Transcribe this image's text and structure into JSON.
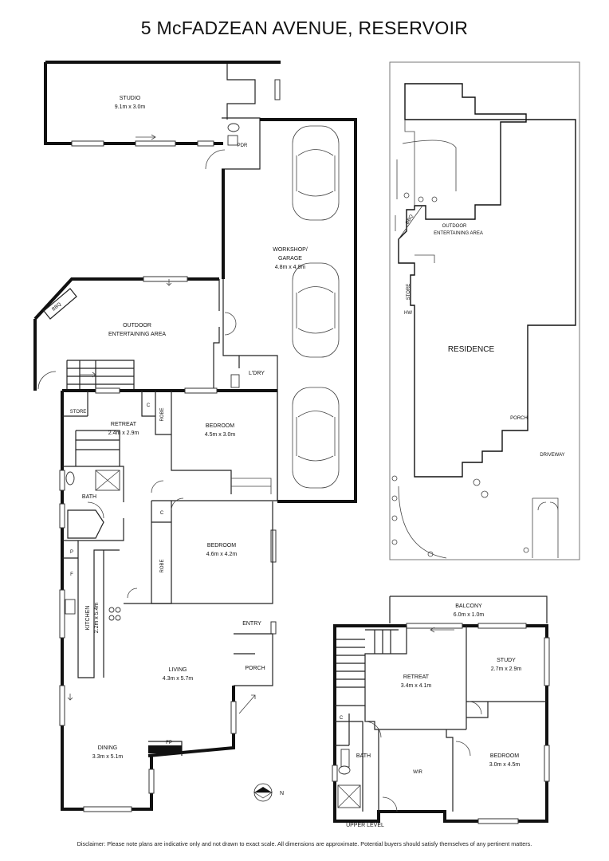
{
  "title": "5 McFADZEAN AVENUE, RESERVOIR",
  "disclaimer": "Disclaimer: Please note plans are indicative only and not drawn to exact scale. All dimensions are approximate. Potential buyers should satisfy themselves of any pertinent matters.",
  "ground_floor": {
    "studio": {
      "name": "STUDIO",
      "dims": "9.1m x 3.0m"
    },
    "pdr": "PDR",
    "workshop": {
      "name1": "WORKSHOP/",
      "name2": "GARAGE",
      "dims": "4.8m x 4.9m"
    },
    "outdoor": {
      "name1": "OUTDOOR",
      "name2": "ENTERTAINING AREA"
    },
    "bbq": "BBQ",
    "ldry": "L'DRY",
    "store": "STORE",
    "retreat": {
      "name": "RETREAT",
      "dims": "2.4m x 2.9m"
    },
    "c1": "C",
    "robe1": "ROBE",
    "bedroom1": {
      "name": "BEDROOM",
      "dims": "4.5m x 3.0m"
    },
    "bath": "BATH",
    "c2": "C",
    "bedroom2": {
      "name": "BEDROOM",
      "dims": "4.6m x 4.2m"
    },
    "robe2": "ROBE",
    "p": "P",
    "f": "F",
    "kitchen": {
      "name": "KITCHEN",
      "dims": "2.2m x 5.4m"
    },
    "entry": "ENTRY",
    "porch": "PORCH",
    "living": {
      "name": "LIVING",
      "dims": "4.3m x 5.7m"
    },
    "fp": "FP",
    "dining": {
      "name": "DINING",
      "dims": "3.3m x 5.1m"
    },
    "north": "N"
  },
  "site_plan": {
    "outdoor1": "OUTDOOR",
    "outdoor2": "ENTERTAINING AREA",
    "bbq": "BBQ",
    "store": "STORE",
    "hw": "HW",
    "residence": "RESIDENCE",
    "porch": "PORCH",
    "driveway": "DRIVEWAY"
  },
  "upper_level": {
    "label": "UPPER LEVEL",
    "balcony": {
      "name": "BALCONY",
      "dims": "6.0m x 1.0m"
    },
    "retreat": {
      "name": "RETREAT",
      "dims": "3.4m x 4.1m"
    },
    "study": {
      "name": "STUDY",
      "dims": "2.7m x 2.9m"
    },
    "c": "C",
    "bath": "BATH",
    "wir": "WIR",
    "bedroom": {
      "name": "BEDROOM",
      "dims": "3.0m x 4.5m"
    }
  }
}
